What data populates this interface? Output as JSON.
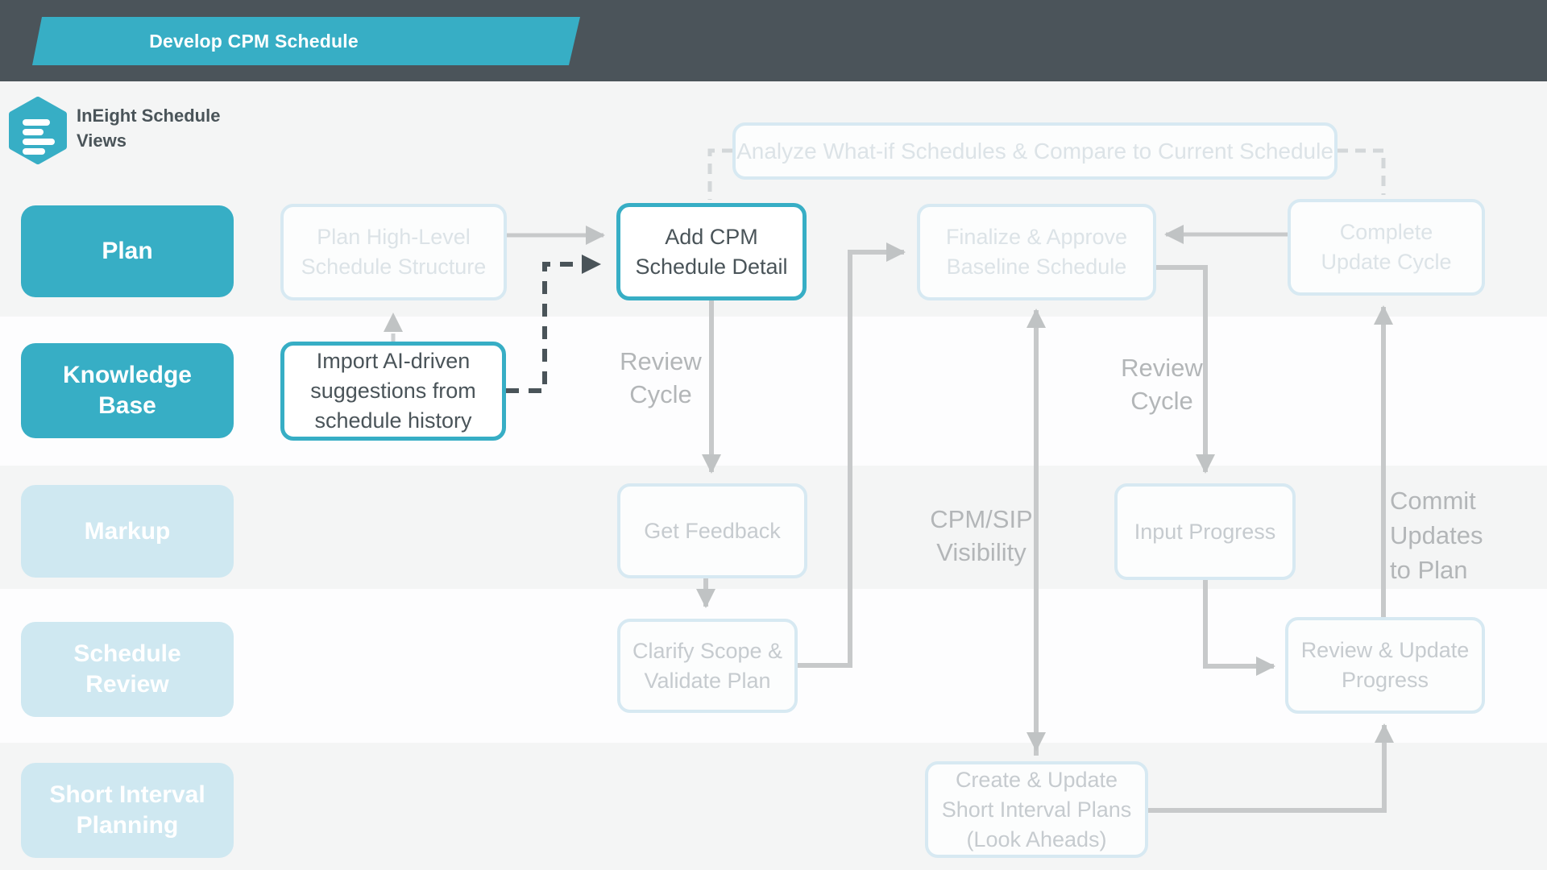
{
  "header": {
    "banner_title": "Develop CPM Schedule"
  },
  "logo": {
    "icon": "ineight-hexagon-logo",
    "title": "InEight Schedule\nViews"
  },
  "colors": {
    "accent_teal": "#37aec5",
    "header_dark": "#4b545a",
    "lane_dimmed": "#cfe8f1",
    "faded_border": "#d7e9f2",
    "connector_gray": "#c7c9ca",
    "dashed_dark": "#4a5459",
    "annotation_gray": "#b3b6b8"
  },
  "lanes": [
    {
      "id": "plan",
      "label": "Plan",
      "state": "active"
    },
    {
      "id": "knowledge-base",
      "label": "Knowledge\nBase",
      "state": "active"
    },
    {
      "id": "markup",
      "label": "Markup",
      "state": "dimmed"
    },
    {
      "id": "schedule-review",
      "label": "Schedule\nReview",
      "state": "dimmed"
    },
    {
      "id": "short-interval-planning",
      "label": "Short Interval\nPlanning",
      "state": "dimmed"
    }
  ],
  "nodes": [
    {
      "id": "analyze-what-if",
      "label": "Analyze What-if Schedules & Compare to Current Schedule",
      "state": "faded"
    },
    {
      "id": "plan-high-level",
      "label": "Plan High-Level\nSchedule Structure",
      "state": "faded"
    },
    {
      "id": "add-cpm-schedule-detail",
      "label": "Add CPM\nSchedule Detail",
      "state": "active"
    },
    {
      "id": "finalize-approve-baseline",
      "label": "Finalize & Approve\nBaseline Schedule",
      "state": "faded"
    },
    {
      "id": "complete-update-cycle",
      "label": "Complete\nUpdate Cycle",
      "state": "faded"
    },
    {
      "id": "import-ai-suggestions",
      "label": "Import AI-driven\nsuggestions from\nschedule history",
      "state": "active"
    },
    {
      "id": "get-feedback",
      "label": "Get Feedback",
      "state": "faded"
    },
    {
      "id": "input-progress",
      "label": "Input Progress",
      "state": "faded"
    },
    {
      "id": "clarify-scope-validate-plan",
      "label": "Clarify Scope &\nValidate Plan",
      "state": "faded"
    },
    {
      "id": "review-update-progress",
      "label": "Review & Update\nProgress",
      "state": "faded"
    },
    {
      "id": "create-update-sip",
      "label": "Create & Update\nShort Interval Plans\n(Look Aheads)",
      "state": "faded"
    }
  ],
  "annotations": [
    {
      "id": "review-cycle-left",
      "text": "Review\nCycle"
    },
    {
      "id": "review-cycle-right",
      "text": "Review\nCycle"
    },
    {
      "id": "cpm-sip-visibility",
      "text": "CPM/SIP\nVisibility"
    },
    {
      "id": "commit-updates-to-plan",
      "text": "Commit\nUpdates\nto Plan"
    }
  ]
}
